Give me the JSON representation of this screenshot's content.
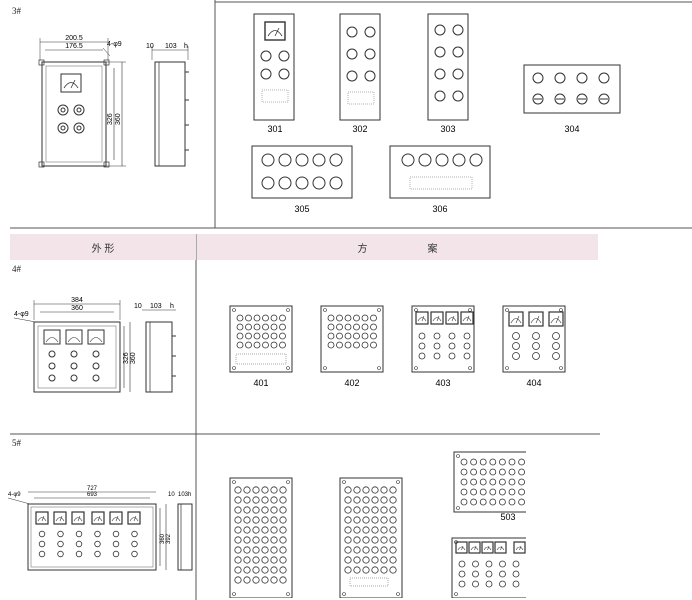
{
  "sections": [
    {
      "id": "3#",
      "outline_dims": [
        "200.5",
        "176.5",
        "4-φ9",
        "10",
        "103",
        "h",
        "326",
        "360"
      ]
    },
    {
      "id": "4#",
      "outline_dims": [
        "384",
        "360",
        "4-φ9",
        "10",
        "103",
        "h",
        "326",
        "360"
      ]
    },
    {
      "id": "5#",
      "outline_dims": [
        "727",
        "693",
        "4-φ9",
        "10",
        "103",
        "h",
        "360",
        "392"
      ]
    }
  ],
  "header": {
    "left": "外 形",
    "right_chars": [
      "方",
      "案"
    ]
  },
  "schemes": {
    "row3": [
      "301",
      "302",
      "303",
      "304",
      "305",
      "306"
    ],
    "row4": [
      "401",
      "402",
      "403",
      "404"
    ],
    "row5": [
      "503"
    ]
  }
}
